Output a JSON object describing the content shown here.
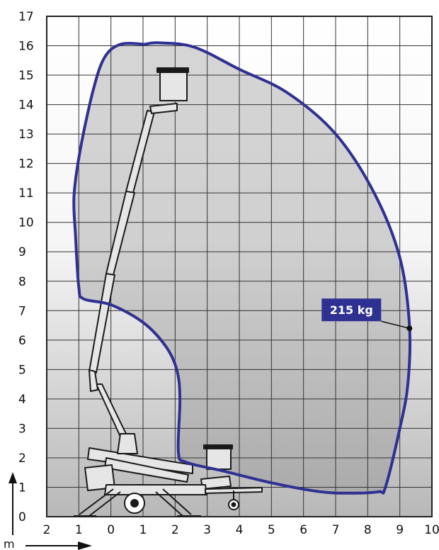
{
  "chart_data": {
    "type": "working-envelope",
    "y_ticks": [
      "0",
      "1",
      "2",
      "3",
      "4",
      "5",
      "6",
      "7",
      "8",
      "9",
      "10",
      "11",
      "12",
      "13",
      "14",
      "15",
      "16",
      "17"
    ],
    "x_ticks": [
      "2",
      "1",
      "0",
      "1",
      "2",
      "3",
      "4",
      "5",
      "6",
      "7",
      "8",
      "9",
      "10"
    ],
    "ylim": [
      0,
      17
    ],
    "x_range": [
      -2,
      10
    ],
    "unit": "m",
    "grid": true,
    "envelope": {
      "color": "#2e3192",
      "outline": [
        [
          1.05,
          16.05
        ],
        [
          1.5,
          16.1
        ],
        [
          2.6,
          15.95
        ],
        [
          4.0,
          15.2
        ],
        [
          5.5,
          14.4
        ],
        [
          7.0,
          13.0
        ],
        [
          8.2,
          11.0
        ],
        [
          9.0,
          8.8
        ],
        [
          9.3,
          6.5
        ],
        [
          9.25,
          4.5
        ],
        [
          9.0,
          3.0
        ],
        [
          8.55,
          1.0
        ],
        [
          8.35,
          0.85
        ],
        [
          7.5,
          0.8
        ],
        [
          6.5,
          0.85
        ],
        [
          5.0,
          1.15
        ],
        [
          3.5,
          1.55
        ],
        [
          2.35,
          1.85
        ],
        [
          2.1,
          2.2
        ],
        [
          2.15,
          4.0
        ],
        [
          2.05,
          5.0
        ],
        [
          1.7,
          5.8
        ],
        [
          1.0,
          6.6
        ],
        [
          0.0,
          7.2
        ],
        [
          -0.85,
          7.4
        ],
        [
          -1.0,
          7.8
        ],
        [
          -1.1,
          9.5
        ],
        [
          -1.15,
          10.9
        ],
        [
          -0.95,
          12.5
        ],
        [
          -0.55,
          14.5
        ],
        [
          -0.2,
          15.6
        ],
        [
          0.3,
          16.05
        ],
        [
          1.05,
          16.05
        ]
      ]
    },
    "load_label": {
      "text": "215 kg",
      "color": "#2e3192",
      "anchor": [
        9.3,
        6.4
      ]
    }
  }
}
